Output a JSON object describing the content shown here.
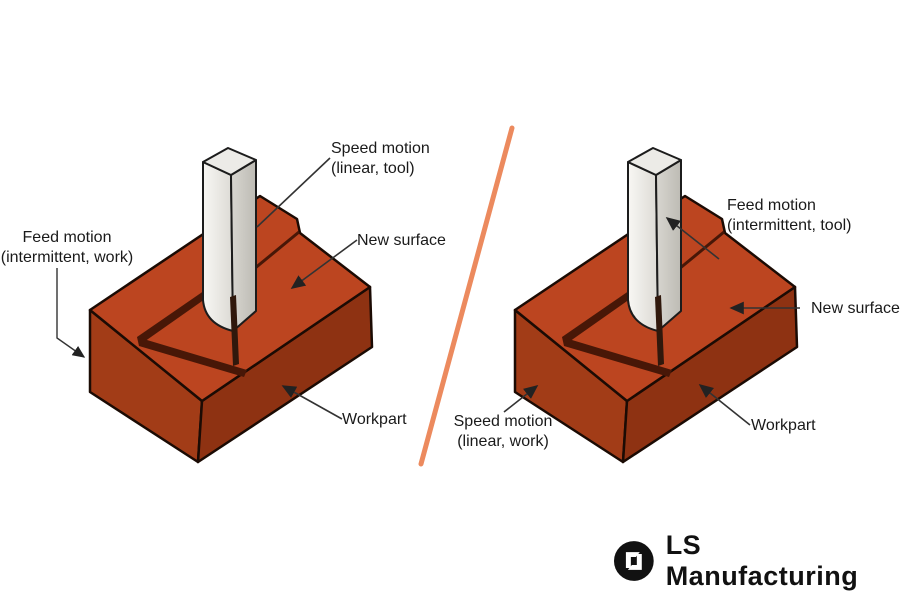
{
  "figure": {
    "description": "Machining operations diagram comparing two cutting processes",
    "panels": {
      "left": {
        "labels": {
          "speed_motion": {
            "line1": "Speed motion",
            "line2": "(linear, tool)"
          },
          "new_surface": "New surface",
          "feed_motion": {
            "line1": "Feed motion",
            "line2": "(intermittent, work)"
          },
          "workpart": "Workpart"
        }
      },
      "right": {
        "labels": {
          "feed_motion": {
            "line1": "Feed motion",
            "line2": "(intermittent, tool)"
          },
          "new_surface": "New surface",
          "speed_motion": {
            "line1": "Speed motion",
            "line2": "(linear, work)"
          },
          "workpart": "Workpart"
        }
      }
    }
  },
  "branding": {
    "logo_text": "LS Manufacturing",
    "logo_icon": "ls-monogram-icon"
  },
  "colors": {
    "page-bg": "#ffffff",
    "wp-top": "#bc4520",
    "wp-front": "#8e3212",
    "wp-side": "#a23c17",
    "wp-shadow": "#481707",
    "outline": "#1b0b04",
    "divider": "#ec8a5e",
    "leader": "#333333",
    "logo-black": "#111111"
  }
}
